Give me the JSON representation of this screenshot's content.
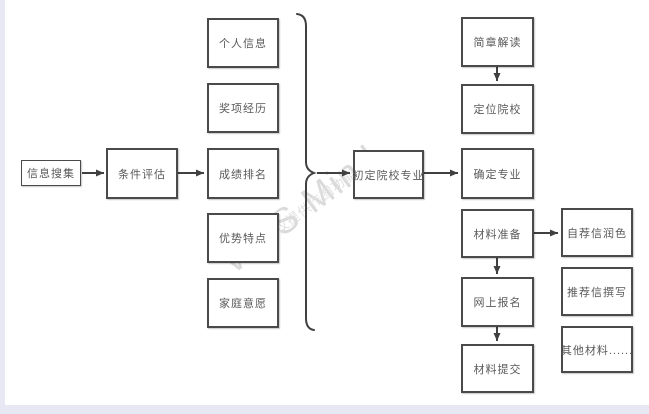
{
  "app": {
    "watermark_large": "WPS Mind",
    "watermark_small": "WPS仅提供作图功能"
  },
  "colors": {
    "node_border": "#4a4a4a",
    "node_text": "#595959",
    "connector": "#404040",
    "canvas_margin": "#e8e8f4",
    "watermark": "#dadada"
  },
  "diagram": {
    "nodes": [
      {
        "id": "info-collection",
        "label": "信息搜集"
      },
      {
        "id": "condition-evaluation",
        "label": "条件评估"
      },
      {
        "id": "personal-info",
        "label": "个人信息"
      },
      {
        "id": "awards-experience",
        "label": "奖项经历"
      },
      {
        "id": "grade-ranking",
        "label": "成绩排名"
      },
      {
        "id": "strengths",
        "label": "优势特点"
      },
      {
        "id": "family-wishes",
        "label": "家庭意愿"
      },
      {
        "id": "preliminary-school-major",
        "label": "初定院校专业"
      },
      {
        "id": "brochure-reading",
        "label": "简章解读"
      },
      {
        "id": "target-schools",
        "label": "定位院校"
      },
      {
        "id": "confirm-major",
        "label": "确定专业"
      },
      {
        "id": "material-preparation",
        "label": "材料准备"
      },
      {
        "id": "online-registration",
        "label": "网上报名"
      },
      {
        "id": "material-submission",
        "label": "材料提交"
      },
      {
        "id": "cover-letter-polish",
        "label": "自荐信润色"
      },
      {
        "id": "recommendation-letter",
        "label": "推荐信撰写"
      },
      {
        "id": "other-materials",
        "label": "其他材料......"
      }
    ],
    "brace_group": [
      "personal-info",
      "awards-experience",
      "grade-ranking",
      "strengths",
      "family-wishes"
    ],
    "edges": [
      {
        "from": "info-collection",
        "to": "condition-evaluation"
      },
      {
        "from": "condition-evaluation",
        "to": "grade-ranking"
      },
      {
        "from": "brace-group",
        "to": "preliminary-school-major"
      },
      {
        "from": "preliminary-school-major",
        "to": "confirm-major"
      },
      {
        "from": "brochure-reading",
        "to": "target-schools"
      },
      {
        "from": "material-preparation",
        "to": "cover-letter-polish"
      },
      {
        "from": "material-preparation",
        "to": "online-registration"
      },
      {
        "from": "online-registration",
        "to": "material-submission"
      }
    ]
  }
}
